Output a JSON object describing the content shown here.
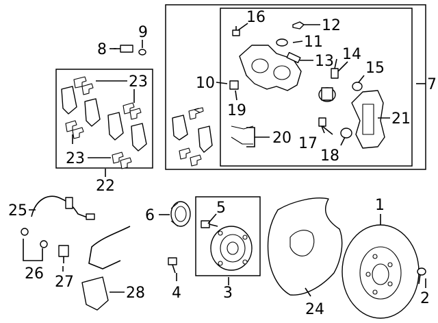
{
  "callouts": {
    "c1": "1",
    "c2": "2",
    "c3": "3",
    "c4": "4",
    "c5": "5",
    "c6": "6",
    "c7": "7",
    "c8": "8",
    "c9": "9",
    "c10": "10",
    "c11": "11",
    "c12": "12",
    "c13": "13",
    "c14": "14",
    "c15": "15",
    "c16": "16",
    "c17": "17",
    "c18": "18",
    "c19": "19",
    "c20": "20",
    "c21": "21",
    "c22": "22",
    "c23a": "23",
    "c23b": "23",
    "c24": "24",
    "c25": "25",
    "c26": "26",
    "c27": "27",
    "c28": "28"
  }
}
